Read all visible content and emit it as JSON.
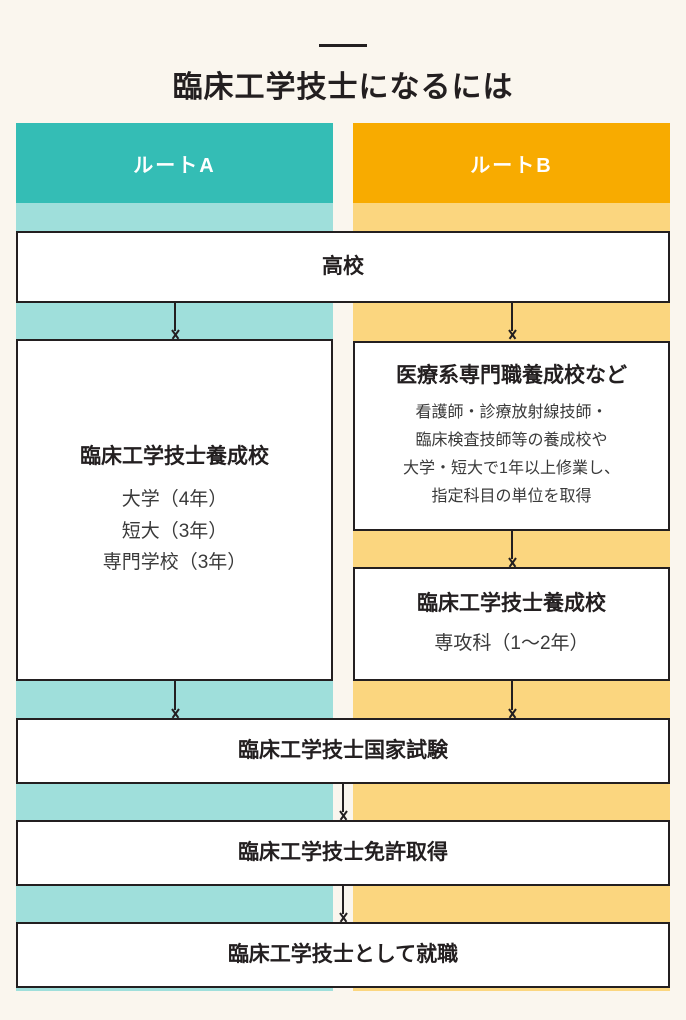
{
  "title": "臨床工学技士になるには",
  "colors": {
    "background": "#faf6ee",
    "route_a_header": "#34bdb5",
    "route_a_body": "#9fdfdb",
    "route_b_header": "#f8ab00",
    "route_b_body": "#fbd67f",
    "box_border": "#231f20",
    "box_fill": "#ffffff"
  },
  "routes": {
    "a": {
      "label": "ルートA"
    },
    "b": {
      "label": "ルートB"
    }
  },
  "steps": {
    "highschool": {
      "title": "高校"
    },
    "a1": {
      "title": "臨床工学技士養成校",
      "line1": "大学（4年）",
      "line2": "短大（3年）",
      "line3": "専門学校（3年）"
    },
    "b1": {
      "title": "医療系専門職養成校など",
      "line1": "看護師・診療放射線技師・",
      "line2": "臨床検査技師等の養成校や",
      "line3": "大学・短大で1年以上修業し、",
      "line4": "指定科目の単位を取得"
    },
    "b2": {
      "title": "臨床工学技士養成校",
      "line1": "専攻科（1〜2年）"
    },
    "exam": {
      "title": "臨床工学技士国家試験"
    },
    "license": {
      "title": "臨床工学技士免許取得"
    },
    "job": {
      "title": "臨床工学技士として就職"
    }
  }
}
